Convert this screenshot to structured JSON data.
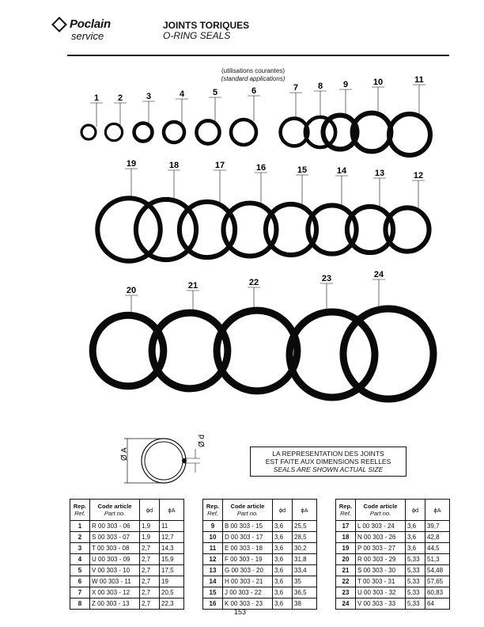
{
  "header": {
    "brand": "Poclain",
    "service": "service",
    "title_fr": "JOINTS TORIQUES",
    "title_en": "O-RING SEALS"
  },
  "usage": {
    "fr": "(utilisations courantes)",
    "en": "(standard applications)"
  },
  "diagram": {
    "outer_label": "Ø A",
    "inner_label": "Ø d"
  },
  "note": {
    "line1": "LA REPRESENTATION DES JOINTS",
    "line2": "EST FAITE AUX DIMENSIONS REELLES",
    "line3": "SEALS ARE SHOWN ACTUAL SIZE"
  },
  "table_headers": {
    "ref_fr": "Rep.",
    "ref_en": "Ref.",
    "code_fr": "Code article",
    "code_en": "Part no.",
    "d": "ϕd",
    "a": "ϕA"
  },
  "parts": [
    {
      "ref": "1",
      "code": "R 00 303 - 06",
      "d": "1,9",
      "a": "11"
    },
    {
      "ref": "2",
      "code": "S 00 303 - 07",
      "d": "1,9",
      "a": "12,7"
    },
    {
      "ref": "3",
      "code": "T 00 303 - 08",
      "d": "2,7",
      "a": "14,3"
    },
    {
      "ref": "4",
      "code": "U 00 303 - 09",
      "d": "2,7",
      "a": "15,9"
    },
    {
      "ref": "5",
      "code": "V 00 303 - 10",
      "d": "2,7",
      "a": "17,5"
    },
    {
      "ref": "6",
      "code": "W 00 303 - 11",
      "d": "2,7",
      "a": "19"
    },
    {
      "ref": "7",
      "code": "X 00 303 - 12",
      "d": "2,7",
      "a": "20,5"
    },
    {
      "ref": "8",
      "code": "Z 00 303 - 13",
      "d": "2,7",
      "a": "22,3"
    },
    {
      "ref": "9",
      "code": "B 00 303 - 15",
      "d": "3,6",
      "a": "25,5"
    },
    {
      "ref": "10",
      "code": "D 00 303 - 17",
      "d": "3,6",
      "a": "28,5"
    },
    {
      "ref": "11",
      "code": "E 00 303 - 18",
      "d": "3,6",
      "a": "30,2"
    },
    {
      "ref": "12",
      "code": "F 00 303 - 19",
      "d": "3,6",
      "a": "31,8"
    },
    {
      "ref": "13",
      "code": "G 00 303 - 20",
      "d": "3,6",
      "a": "33,4"
    },
    {
      "ref": "14",
      "code": "H 00 303 - 21",
      "d": "3,6",
      "a": "35"
    },
    {
      "ref": "15",
      "code": "J 00 303 - 22",
      "d": "3,6",
      "a": "36,5"
    },
    {
      "ref": "16",
      "code": "K 00 303 - 23",
      "d": "3,6",
      "a": "38"
    },
    {
      "ref": "17",
      "code": "L 00 303 - 24",
      "d": "3,6",
      "a": "39,7"
    },
    {
      "ref": "18",
      "code": "N 00 303 - 26",
      "d": "3,6",
      "a": "42,8"
    },
    {
      "ref": "19",
      "code": "P 00 303 - 27",
      "d": "3,6",
      "a": "44,5"
    },
    {
      "ref": "20",
      "code": "R 00 303 - 29",
      "d": "5,33",
      "a": "51,3"
    },
    {
      "ref": "21",
      "code": "S 00 303 - 30",
      "d": "5,33",
      "a": "54,48"
    },
    {
      "ref": "22",
      "code": "T 00 303 - 31",
      "d": "5,33",
      "a": "57,65"
    },
    {
      "ref": "23",
      "code": "U 00 303 - 32",
      "d": "5,33",
      "a": "60,83"
    },
    {
      "ref": "24",
      "code": "V 00 303 - 33",
      "d": "5,33",
      "a": "64"
    }
  ],
  "page_number": "153"
}
